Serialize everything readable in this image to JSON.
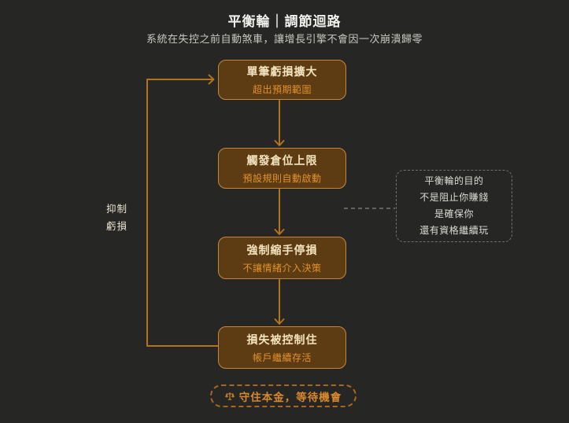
{
  "page": {
    "title": "平衡輪｜調節迴路",
    "subtitle": "系統在失控之前自動煞車，讓增長引擎不會因一次崩潰歸零"
  },
  "flow": {
    "steps": [
      {
        "title": "單筆虧損擴大",
        "subtitle": "超出預期範圍"
      },
      {
        "title": "觸發倉位上限",
        "subtitle": "預設規則自動啟動"
      },
      {
        "title": "強制縮手停損",
        "subtitle": "不讓情緒介入決策"
      },
      {
        "title": "損失被控制住",
        "subtitle": "帳戶繼續存活"
      }
    ],
    "feedback_label_lines": [
      "抑制",
      "虧損"
    ]
  },
  "note": {
    "lines": [
      "平衡輪的目的",
      "不是阻止你賺錢",
      "是確保你",
      "還有資格繼續玩"
    ]
  },
  "footer": {
    "icon": "balance-scale-icon",
    "label": "守住本金，等待機會"
  },
  "colors": {
    "background": "#262624",
    "box_fill": "#5e3c13",
    "box_border": "#c6873b",
    "box_title_text": "#f3e3bf",
    "box_subtitle_text": "#e0912c",
    "connector_line": "#b0731f",
    "note_border": "#6f6f6f",
    "note_text": "#dadad5",
    "footer_accent": "#d8882a",
    "title_text": "#f1f1ee",
    "subtitle_text": "#c7c7c1"
  }
}
